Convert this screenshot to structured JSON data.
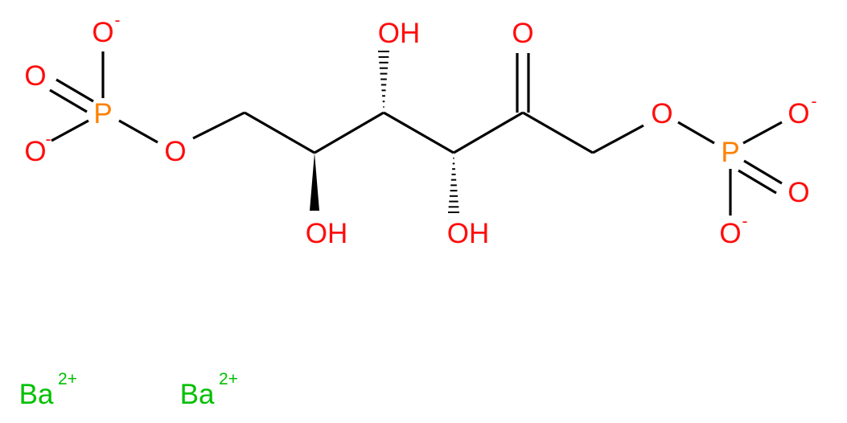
{
  "atoms": {
    "o_minus_top": "O",
    "o_double_left": "O",
    "p_left": "P",
    "o_minus_left": "O",
    "o_ester_left": "O",
    "oh_c3": "OH",
    "o_keto": "O",
    "oh_c5": "OH",
    "oh_c4": "OH",
    "o_ester_right": "O",
    "o_minus_right_top": "O",
    "p_right": "P",
    "o_double_right": "O",
    "o_minus_right_bottom": "O",
    "ba_1": "Ba",
    "ba_2": "Ba"
  },
  "charges": {
    "minus": "-",
    "ba_charge": "2+"
  },
  "colors": {
    "oxygen": "#ff0d0d",
    "phosphorus": "#ff8000",
    "barium": "#00c000",
    "bond": "#000000"
  }
}
